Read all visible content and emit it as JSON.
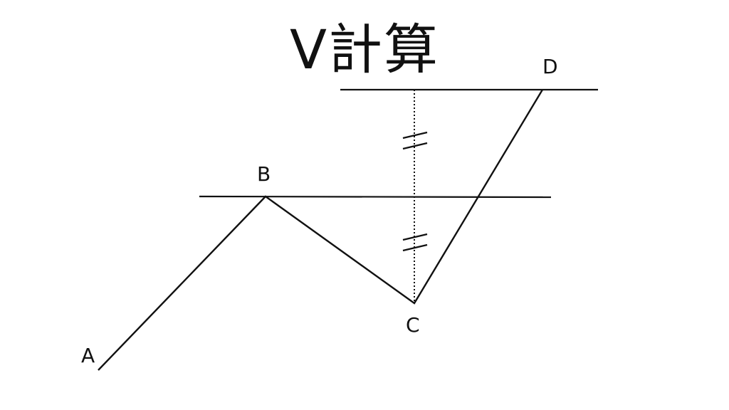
{
  "title": "V計算",
  "points": {
    "A": "A",
    "B": "B",
    "C": "C",
    "D": "D"
  },
  "colors": {
    "line": "#111111",
    "background": "#ffffff"
  }
}
